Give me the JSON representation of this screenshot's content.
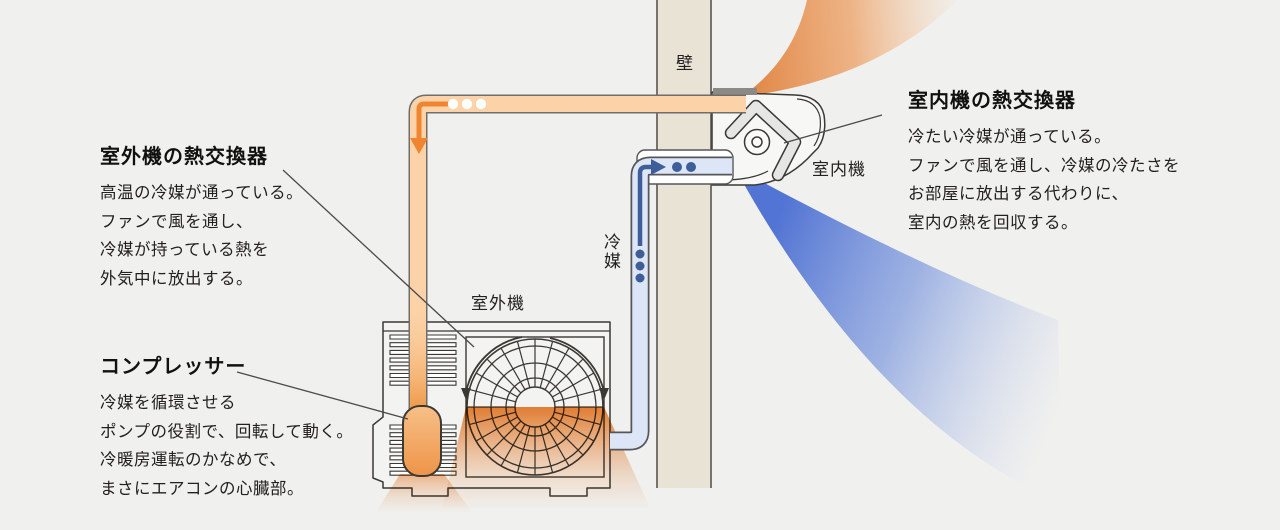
{
  "diagram": {
    "title_implicit": "エアコン冷房のしくみ図",
    "labels": {
      "wall": "壁",
      "indoor_unit": "室内機",
      "outdoor_unit": "室外機",
      "refrigerant": "冷媒"
    },
    "callouts": {
      "outdoor_hx": {
        "title": "室外機の熱交換器",
        "lines": [
          "高温の冷媒が通っている。",
          "ファンで風を通し、",
          "冷媒が持っている熱を",
          "外気中に放出する。"
        ]
      },
      "compressor": {
        "title": "コンプレッサー",
        "lines": [
          "冷媒を循環させる",
          "ポンプの役割で、回転して動く。",
          "冷暖房運転のかなめで、",
          "まさにエアコンの心臓部。"
        ]
      },
      "indoor_hx": {
        "title": "室内機の熱交換器",
        "lines": [
          "冷たい冷媒が通っている。",
          "ファンで風を通し、冷媒の冷たさを",
          "お部屋に放出する代わりに、",
          "室内の熱を回収する。"
        ]
      }
    },
    "colors": {
      "background": "#f0f0ee",
      "wall_fill": "#e9e3d6",
      "hot_pipe_fill": "#fcd3a8",
      "hot_accent": "#ef8431",
      "cold_pipe_fill": "#dce6f7",
      "cold_accent": "#3e5e9a",
      "warm_air": "#e08140",
      "cool_air": "#4a6ed2",
      "line_art": "#3a3934"
    }
  }
}
